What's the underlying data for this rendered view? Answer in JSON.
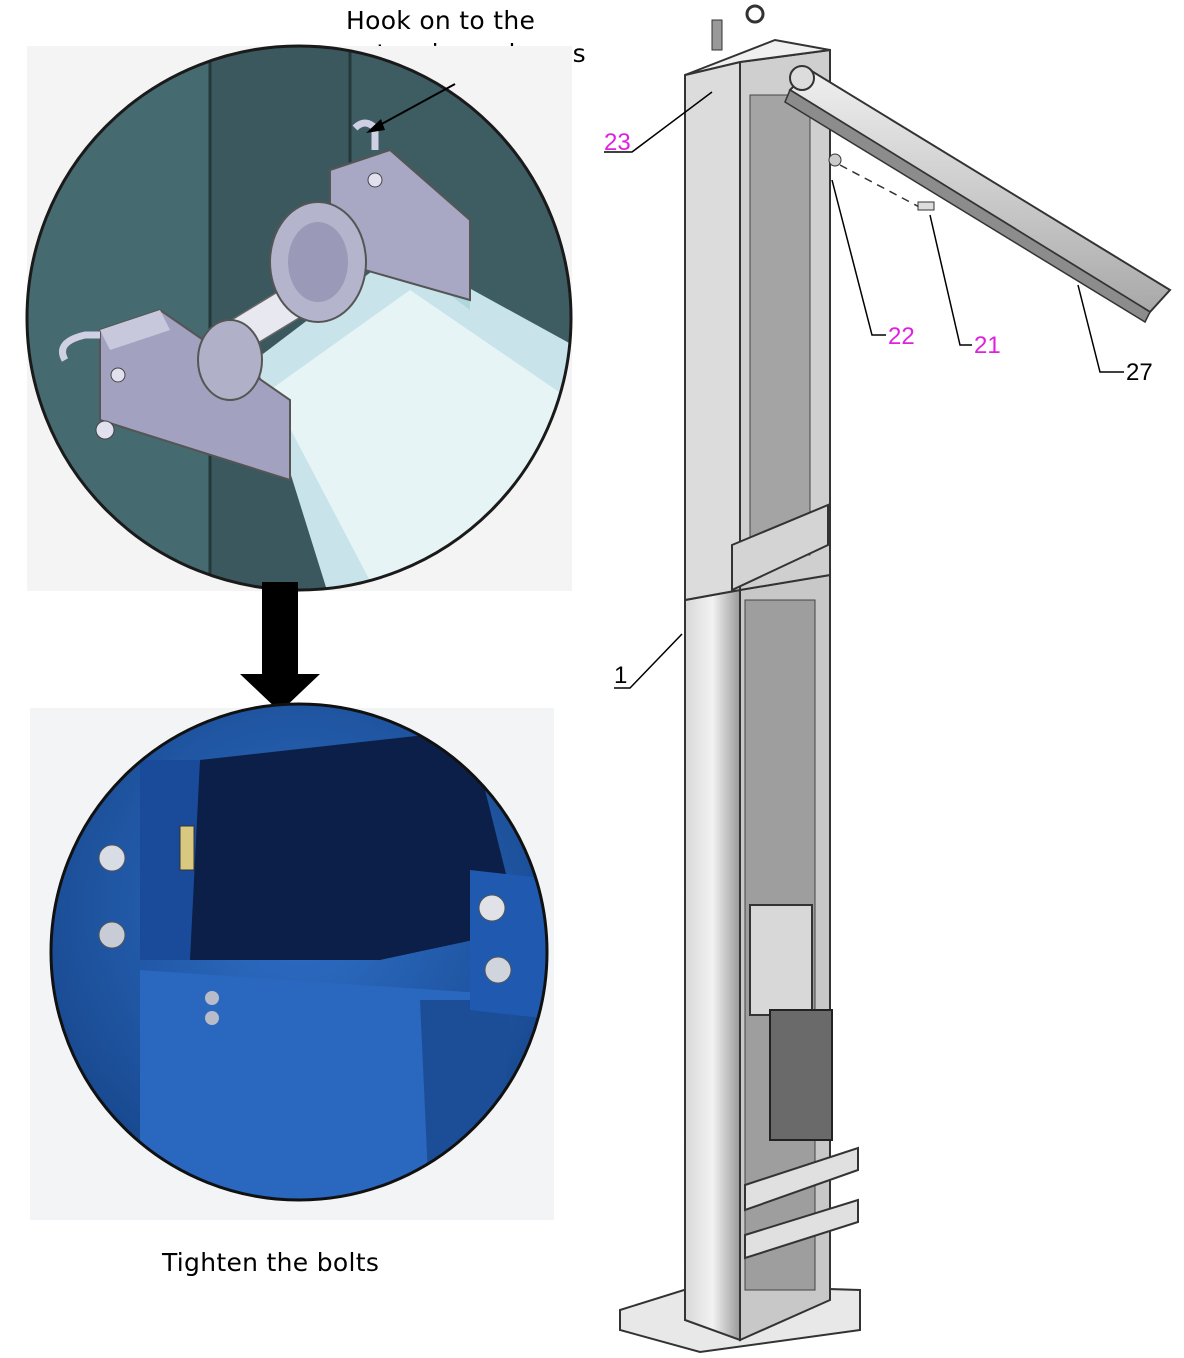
{
  "annotation_top": {
    "line1": "Hook on to the",
    "line2": "extension columns"
  },
  "annotation_bottom": "Tighten the bolts",
  "part_labels": [
    {
      "id": "23",
      "color": "#e020e0"
    },
    {
      "id": "22",
      "color": "#e020e0"
    },
    {
      "id": "21",
      "color": "#e020e0"
    },
    {
      "id": "27",
      "color": "#000000"
    },
    {
      "id": "1",
      "color": "#000000"
    }
  ],
  "colors": {
    "detail_background": "#3f5f64",
    "photo_background": "#1f5aa8",
    "highlight_label": "#e020e0",
    "column_gray": "#b8b8b8"
  }
}
